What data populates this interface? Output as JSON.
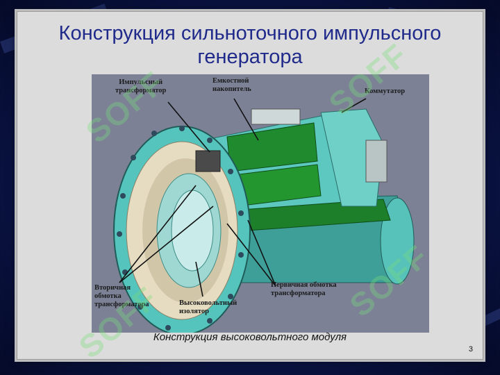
{
  "slide": {
    "title": "Конструкция сильноточного импульсного генератора",
    "caption": "Конструкция высоковольтного модуля",
    "page_number": "3"
  },
  "figure": {
    "labels": {
      "pulse_transformer": "Импульсный\nтрансформатор",
      "capacitive_storage": "Емкостной\nнакопитель",
      "commutator": "Коммутатор",
      "secondary_winding": "Вторичная\nобмотка\nтрансформатора",
      "hv_insulator": "Высоковольтный\nизолятор",
      "primary_winding": "Первичная обмотка\nтрансформатора"
    }
  },
  "watermark": {
    "text": "SOFF"
  },
  "colors": {
    "title": "#1f2a8a",
    "housing": "#4fbfb8",
    "capacitor": "#1f8a2e",
    "background": "#7a7f93"
  }
}
